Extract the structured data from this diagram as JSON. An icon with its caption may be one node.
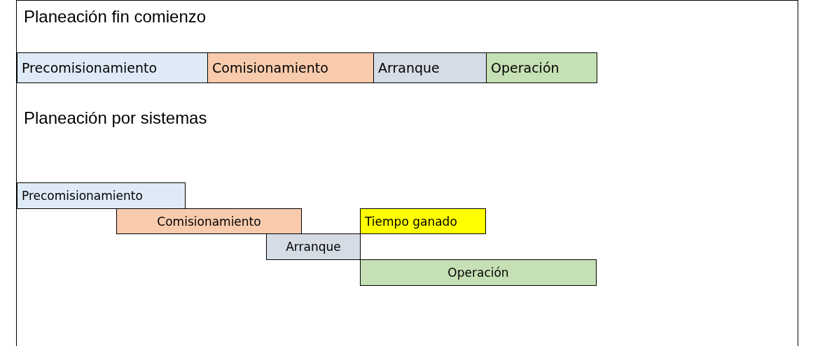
{
  "diagram": {
    "nodes": [
      {
        "text": [
          "Precomisionamiento"
        ]
      },
      {
        "text": [
          "Comisionamiento"
        ]
      },
      {
        "text": [
          "Arranque"
        ]
      },
      {
        "text": [
          "Operación"
        ]
      },
      {
        "text": [
          "Precomisionamiento"
        ]
      },
      {
        "text": [
          "Comisionamiento"
        ]
      },
      {
        "text": [
          "Tiempo ganado"
        ]
      },
      {
        "text": [
          "Arranque"
        ]
      },
      {
        "text": [
          "Operación"
        ]
      }
    ],
    "labels": [
      "Planeación fin comienzo",
      "Planeación por sistemas"
    ]
  }
}
